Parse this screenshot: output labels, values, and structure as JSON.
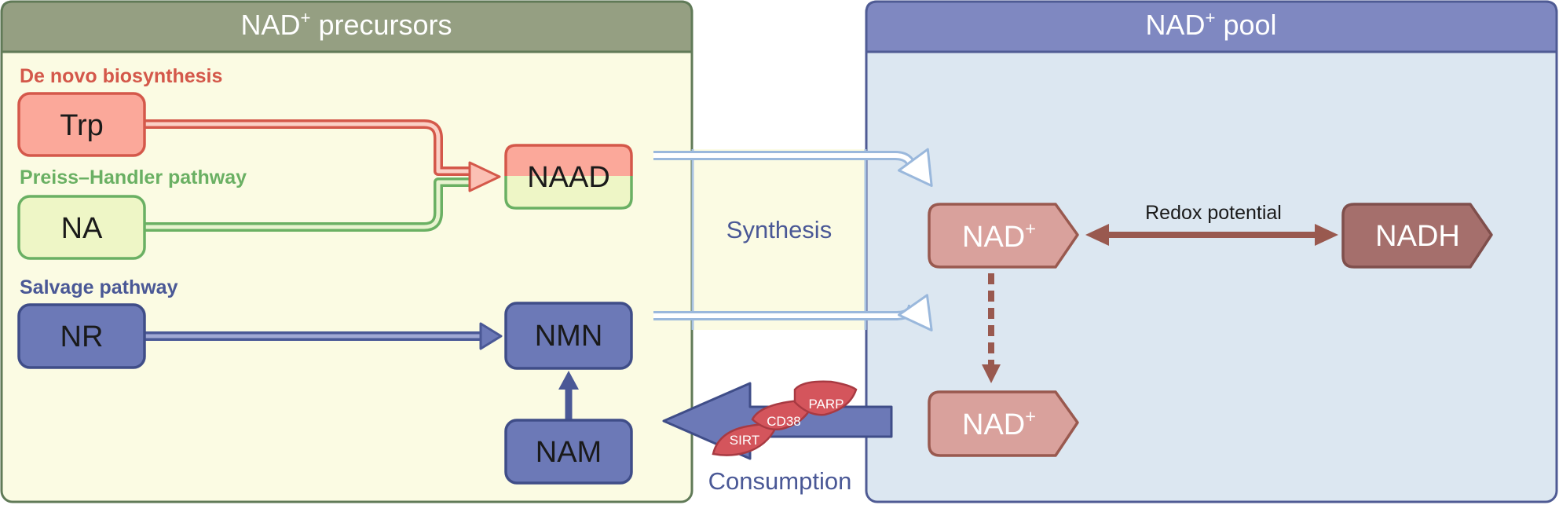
{
  "left_panel": {
    "title": "NAD",
    "title_sup": "+",
    "title_rest": " precursors"
  },
  "right_panel": {
    "title": "NAD",
    "title_sup": "+",
    "title_rest": " pool"
  },
  "pathways": {
    "de_novo": "De novo biosynthesis",
    "preiss_handler": "Preiss–Handler pathway",
    "salvage": "Salvage pathway"
  },
  "nodes": {
    "trp": "Trp",
    "na": "NA",
    "naad": "NAAD",
    "nr": "NR",
    "nmn": "NMN",
    "nam": "NAM",
    "nad_top": "NAD",
    "nad_top_sup": "+",
    "nadh": "NADH",
    "nad_bottom": "NAD",
    "nad_bottom_sup": "+"
  },
  "labels": {
    "synthesis": "Synthesis",
    "consumption": "Consumption",
    "redox": "Redox potential"
  },
  "enzymes": {
    "sirt": "SIRT",
    "cd38": "CD38",
    "parp": "PARP"
  },
  "colors": {
    "precursor_header": "#959f82",
    "precursor_bg": "#fbfbe3",
    "precursor_border": "#607a57",
    "pool_header": "#7f88c1",
    "pool_bg": "#dce7f1",
    "pool_border": "#4f5b94",
    "de_novo": "#d4584a",
    "preiss_handler": "#6ab063",
    "salvage": "#4a5896",
    "nad_node": "#d9a19c",
    "nadh_node": "#a56f6c",
    "enzyme": "#d4555c"
  }
}
